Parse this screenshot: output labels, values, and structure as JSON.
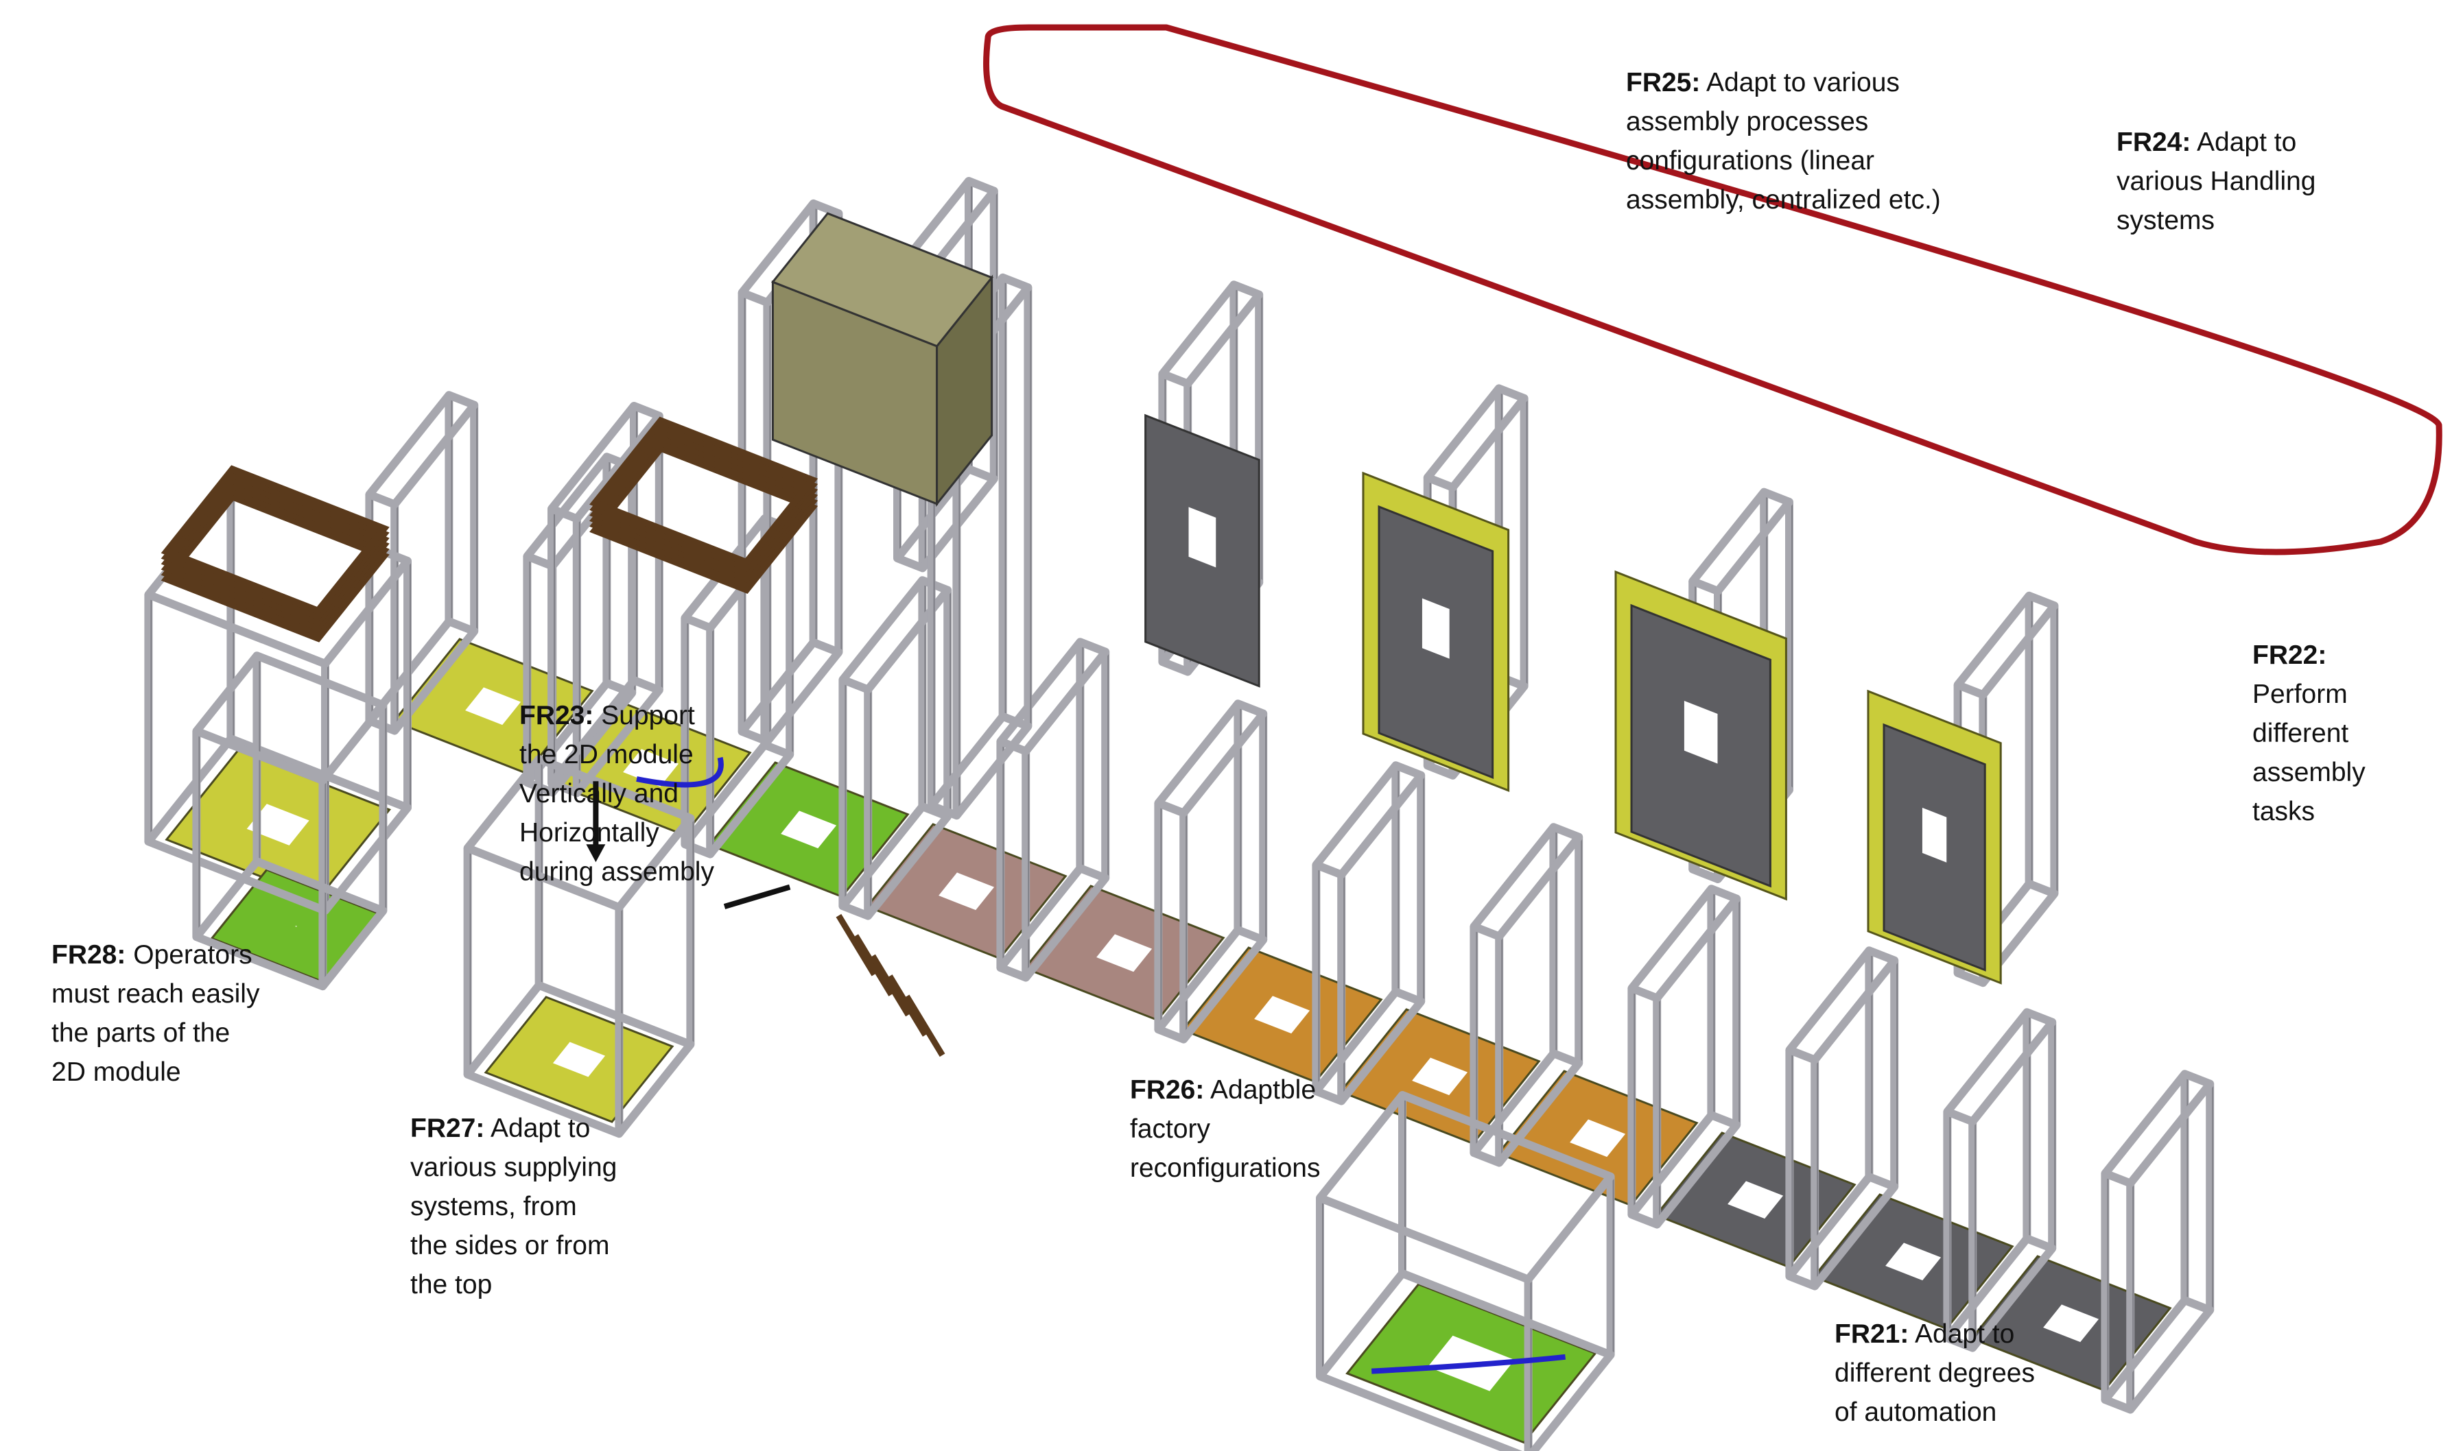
{
  "colors": {
    "frame": "#a7a7ae",
    "frame_dark": "#7f7f86",
    "yellow_plate": "#c9cc3a",
    "olive_plate": "#8c8a2f",
    "dark_panel": "#5e5e62",
    "orange_plate": "#c98a2e",
    "mauve_plate": "#a8867f",
    "green_plate": "#6fbb2a",
    "brown_stack": "#5a3a1c",
    "cable": "#2222cc",
    "highlight_loop": "#a3141b"
  },
  "labels": [
    {
      "id": "FR25",
      "code": "FR25:",
      "text": " Adapt to various\nassembly processes\nconfigurations (linear\nassembly, centralized etc.)"
    },
    {
      "id": "FR24",
      "code": "FR24:",
      "text": " Adapt to\nvarious Handling\nsystems"
    },
    {
      "id": "FR22",
      "code": "FR22:",
      "text": "\nPerform\ndifferent\nassembly\ntasks"
    },
    {
      "id": "FR23",
      "code": "FR23:",
      "text": " Support\nthe 2D module\nVertically and\nHorizontally\nduring assembly"
    },
    {
      "id": "FR28",
      "code": "FR28:",
      "text": " Operators\nmust reach easily\nthe parts of the\n2D module"
    },
    {
      "id": "FR27",
      "code": "FR27:",
      "text": " Adapt to\nvarious supplying\nsystems, from\nthe sides or from\nthe top"
    },
    {
      "id": "FR26",
      "code": "FR26:",
      "text": " Adaptble\nfactory\nreconfigurations"
    },
    {
      "id": "FR21",
      "code": "FR21:",
      "text": " Adapt to\ndifferent degrees\nof automation"
    }
  ]
}
